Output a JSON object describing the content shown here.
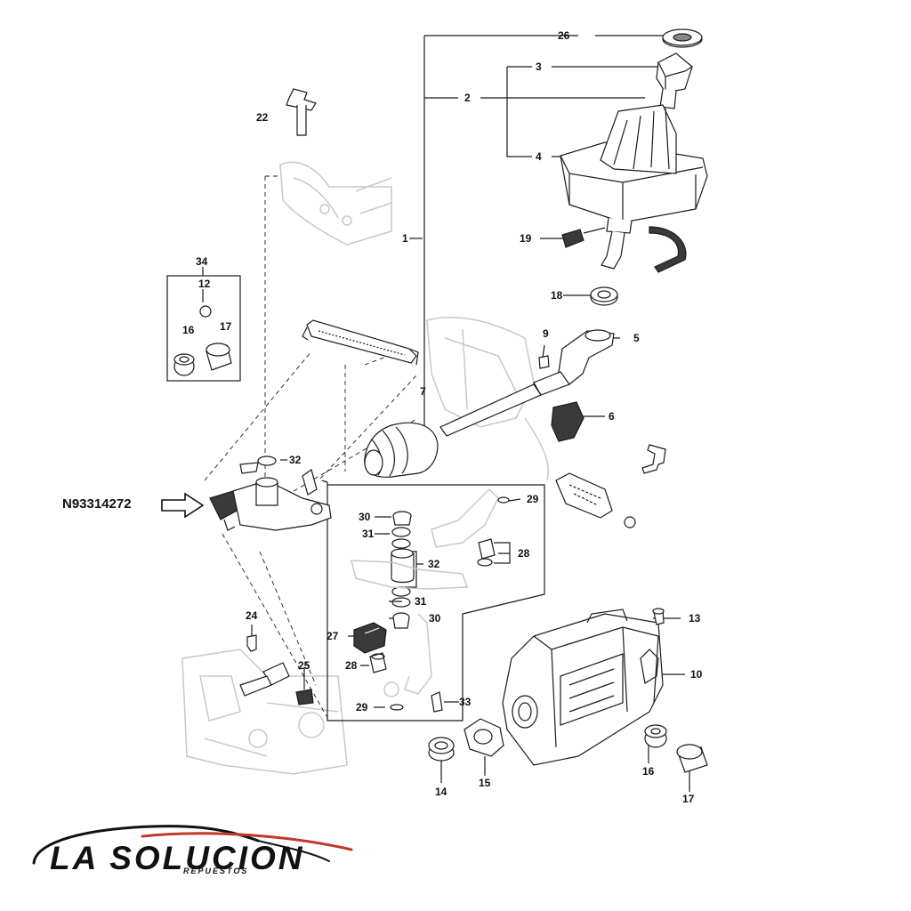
{
  "part_number": "N93314272",
  "logo": {
    "name": "LA SOLUCION",
    "tagline": "REPUESTOS",
    "accent": "#c0392b"
  },
  "callouts": [
    "1",
    "2",
    "3",
    "4",
    "5",
    "6",
    "7",
    "9",
    "10",
    "12",
    "13",
    "14",
    "15",
    "16",
    "16",
    "17",
    "17",
    "18",
    "19",
    "22",
    "24",
    "25",
    "26",
    "27",
    "28",
    "28",
    "29",
    "29",
    "30",
    "30",
    "31",
    "31",
    "32",
    "32",
    "33",
    "34"
  ],
  "colors": {
    "line": "#1a1a1a",
    "ghost": "#c8c8c8",
    "part_fill": "#ffffff",
    "dark_fill": "#3a3a3a"
  }
}
